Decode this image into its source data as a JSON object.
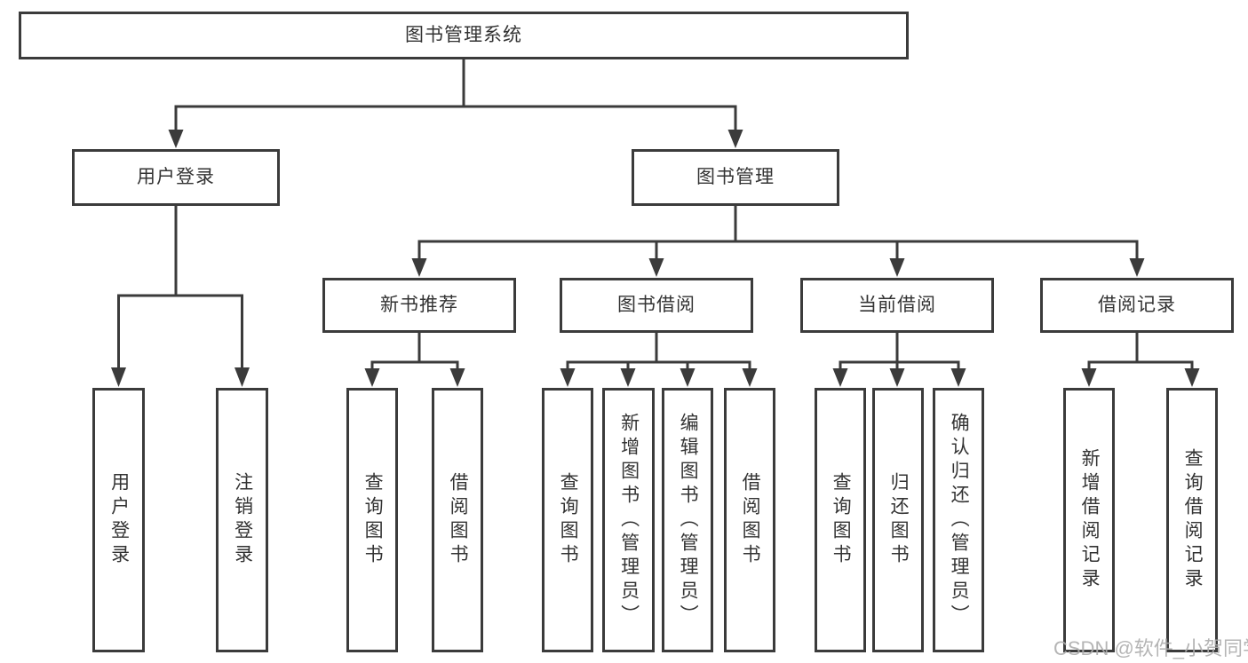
{
  "diagram": {
    "title": "图书管理系统",
    "root": {
      "label": "图书管理系统"
    },
    "level2": [
      {
        "label": "用户登录"
      },
      {
        "label": "图书管理"
      }
    ],
    "level3": [
      {
        "label": "新书推荐"
      },
      {
        "label": "图书借阅"
      },
      {
        "label": "当前借阅"
      },
      {
        "label": "借阅记录"
      }
    ],
    "leaves": {
      "user_login": [
        "用户登录",
        "注销登录"
      ],
      "new_books": [
        "查询图书",
        "借阅图书"
      ],
      "book_borrow": [
        "查询图书",
        "新增图书（管理员）",
        "编辑图书（管理员）",
        "借阅图书"
      ],
      "current_borrow": [
        "查询图书",
        "归还图书",
        "确认归还（管理员）"
      ],
      "borrow_records": [
        "新增借阅记录",
        "查询借阅记录"
      ]
    },
    "watermark": "CSDN @软件_小贺同学",
    "colors": {
      "line": "#3b3b3b",
      "text": "#333333",
      "box_background": "#ffffff",
      "page_background": "#ffffff",
      "watermark": "#adadad"
    }
  }
}
